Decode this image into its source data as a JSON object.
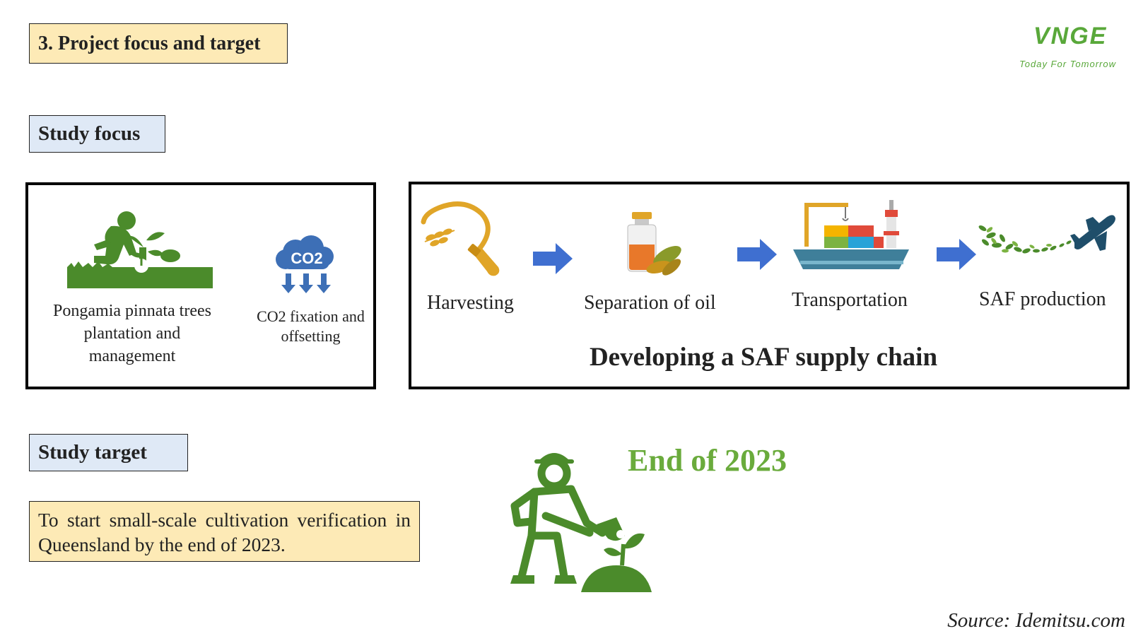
{
  "header": {
    "title": "3. Project focus and target"
  },
  "logo": {
    "mark": "VNGE",
    "tagline": "Today For Tomorrow"
  },
  "study_focus": {
    "label": "Study focus",
    "plantation": {
      "icon": "person-planting-icon",
      "caption_lines": [
        "Pongamia pinnata trees",
        "plantation and",
        "management"
      ]
    },
    "co2": {
      "icon": "co2-cloud-icon",
      "badge": "CO2",
      "caption_lines": [
        "CO2 fixation and",
        "offsetting"
      ]
    },
    "supply_chain": {
      "title": "Developing a SAF supply chain",
      "steps": [
        {
          "label": "Harvesting",
          "icon": "harvest-sickle-icon"
        },
        {
          "label": "Separation of oil",
          "icon": "oil-bottle-icon"
        },
        {
          "label": "Transportation",
          "icon": "cargo-ship-icon"
        },
        {
          "label": "SAF production",
          "icon": "airplane-icon"
        }
      ]
    }
  },
  "study_target": {
    "label": "Study target",
    "text": "To start small-scale cultivation verification in Queensland by the end of 2023.",
    "icon": "farmer-shovel-icon",
    "deadline": "End of 2023"
  },
  "footer": {
    "source": "Source: Idemitsu.com"
  },
  "colors": {
    "green": "#4b8b2b",
    "light_green": "#6aab3c",
    "blue_arrow": "#3f6fd0",
    "co2_blue": "#3d6fb6",
    "orange": "#e0a528",
    "yellow_box": "#fdeab6",
    "blue_box": "#dfe9f6"
  }
}
